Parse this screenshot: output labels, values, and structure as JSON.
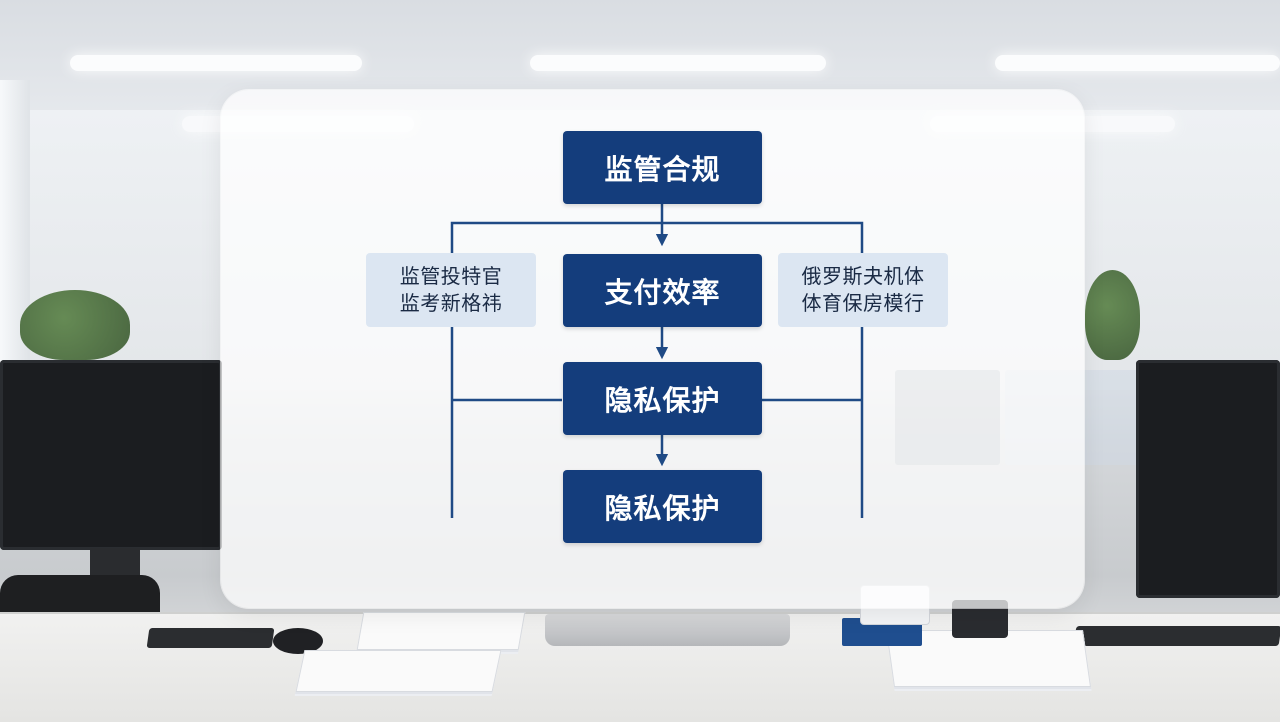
{
  "diagram": {
    "nodes": [
      {
        "id": "n1",
        "label": "监管合规"
      },
      {
        "id": "n2",
        "label": "支付效率"
      },
      {
        "id": "n3",
        "label": "隐私保护"
      },
      {
        "id": "n4",
        "label": "隐私保护"
      }
    ],
    "side_notes": {
      "left": [
        "监管投特官",
        "监考新格祎"
      ],
      "right": [
        "俄罗斯夬机体",
        "体育保房模行"
      ]
    },
    "edges": [
      {
        "from": "n1",
        "to": "n2"
      },
      {
        "from": "n2",
        "to": "n3"
      },
      {
        "from": "n3",
        "to": "n4"
      }
    ]
  },
  "colors": {
    "node_fill": "#143d7c",
    "node_text": "#ffffff",
    "side_fill": "#dce6f2",
    "connector": "#1f4a85"
  }
}
